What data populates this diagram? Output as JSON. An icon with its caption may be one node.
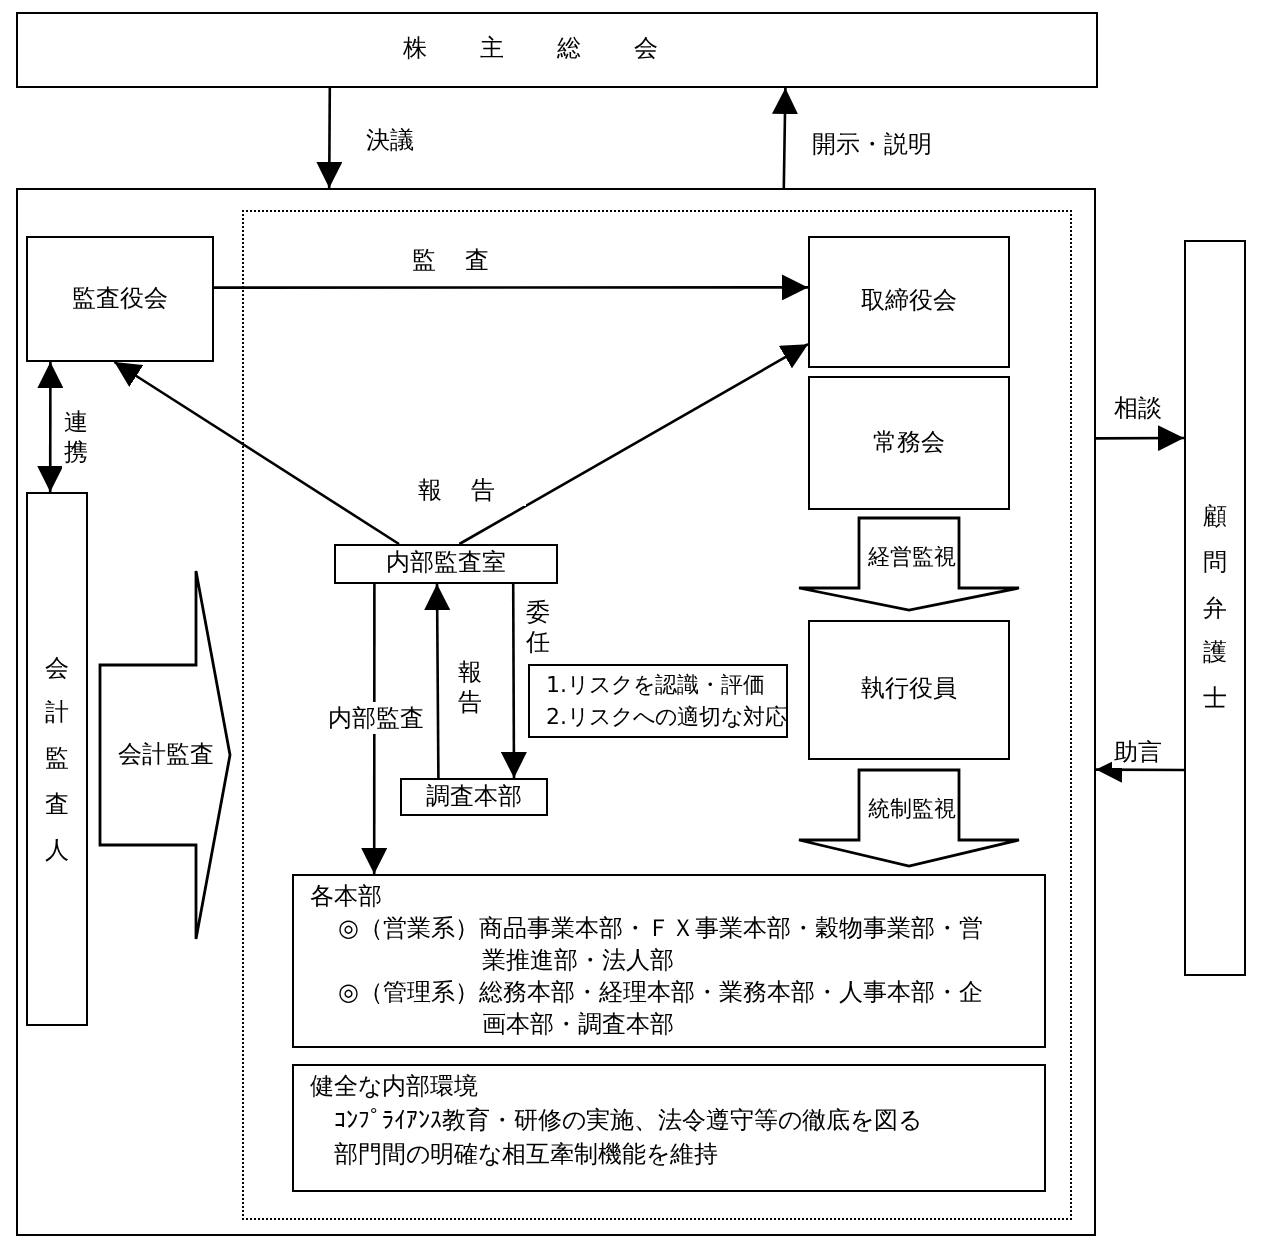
{
  "diagram": {
    "nodes": [
      {
        "text": [
          "株主総会"
        ]
      },
      {
        "text": [],
        "shape": "box"
      },
      {
        "text": [],
        "shape": "box",
        "in": 1
      },
      {
        "text": [
          "監査役会"
        ],
        "in": 1
      },
      {
        "text": [
          "会計監査人"
        ],
        "in": 1
      },
      {
        "text": [
          "取締役会"
        ],
        "in": 2
      },
      {
        "text": [
          "常務会"
        ],
        "in": 2
      },
      {
        "text": [
          "内部監査室"
        ],
        "in": 2
      },
      {
        "text": [
          "執行役員"
        ],
        "in": 2
      },
      {
        "text": [
          "1.リスクを認識・評価",
          "2.リスクへの適切な対応"
        ],
        "in": 2
      },
      {
        "text": [
          "調査本部"
        ],
        "in": 2
      },
      {
        "text": [
          "各本部",
          "◎（営業系）商品事業本部・ＦＸ事業本部・穀物事業部・営業推進部・法人部",
          "◎（管理系）総務本部・経理本部・業務本部・人事本部・企画本部・調査本部"
        ],
        "in": 2
      },
      {
        "text": [
          "健全な内部環境",
          "ｺﾝﾌﾟﾗｲｱﾝｽ教育・研修の実施、法令遵守等の徹底を図る",
          "部門間の明確な相互牽制機能を維持"
        ],
        "in": 2
      },
      {
        "text": [
          "顧問弁護士"
        ]
      }
    ],
    "edges": [
      {
        "from": 0,
        "to": 1,
        "arrow": "to",
        "label": "決議"
      },
      {
        "from": 1,
        "to": 0,
        "arrow": "to",
        "label": "開示・説明"
      },
      {
        "from": 3,
        "to": 5,
        "arrow": "to",
        "label": "監査"
      },
      {
        "from": 3,
        "to": 4,
        "arrow": "both",
        "label": "連携"
      },
      {
        "from": 7,
        "to": 3,
        "arrow": "to",
        "label": "報告"
      },
      {
        "from": 7,
        "to": 5,
        "arrow": "to"
      },
      {
        "from": 7,
        "to": 11,
        "arrow": "to",
        "label": "内部監査"
      },
      {
        "from": 10,
        "to": 7,
        "arrow": "to",
        "label": "報告"
      },
      {
        "from": 7,
        "to": 10,
        "arrow": "to",
        "label": "委任"
      },
      {
        "from": 6,
        "to": 8,
        "arrow": "to",
        "label": "経営監視",
        "style": "thick"
      },
      {
        "from": 8,
        "to": 11,
        "arrow": "to",
        "label": "統制監視",
        "style": "thick"
      },
      {
        "from": 4,
        "to": 2,
        "arrow": "to",
        "label": "会計監査",
        "style": "thick"
      },
      {
        "from": 1,
        "to": 13,
        "arrow": "to",
        "label": "相談"
      },
      {
        "from": 13,
        "to": 1,
        "arrow": "to",
        "label": "助言"
      }
    ]
  }
}
